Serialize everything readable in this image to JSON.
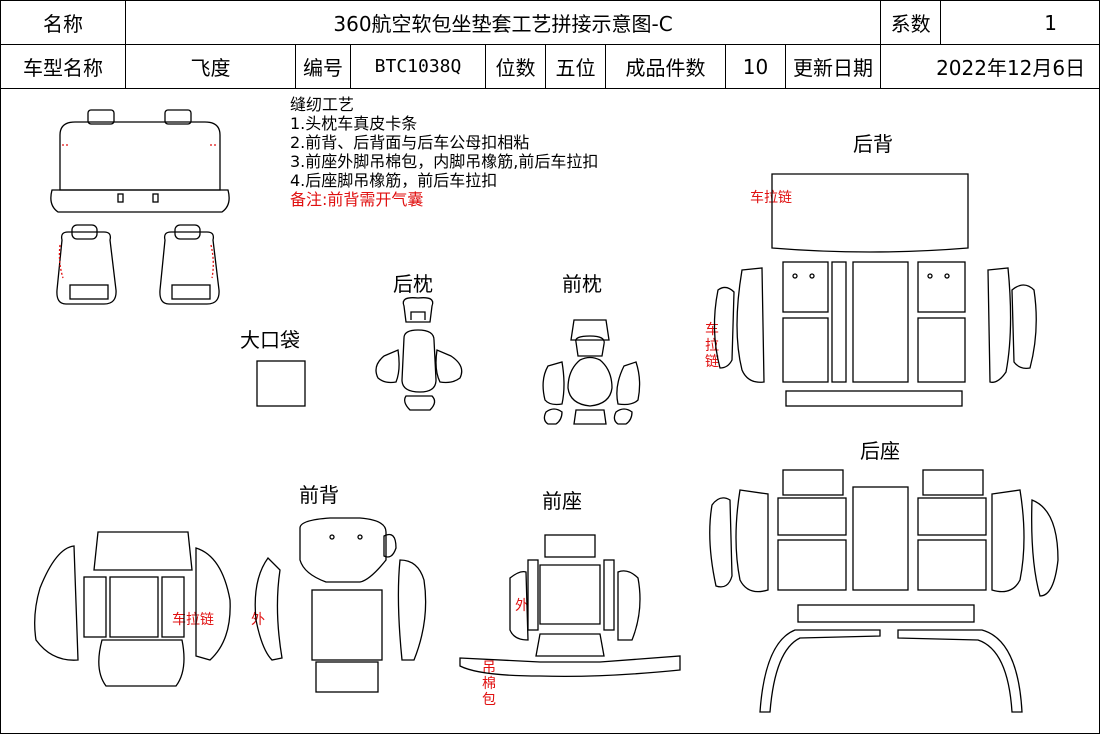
{
  "header": {
    "name_label": "名称",
    "doc_title": "360航空软包坐垫套工艺拼接示意图-C",
    "series_label": "系数",
    "series_value": "1",
    "model_label": "车型名称",
    "model_value": "飞度",
    "code_label": "编号",
    "code_value": "BTC1038Q",
    "seats_label": "位数",
    "seats_value": "五位",
    "pieces_label": "成品件数",
    "pieces_value": "10",
    "date_label": "更新日期",
    "date_value": "2022年12月6日"
  },
  "notes": {
    "title": "缝纫工艺",
    "items": [
      "1.头枕车真皮卡条",
      "2.前背、后背面与后车公母扣相粘",
      "3.前座外脚吊棉包，内脚吊橡筋,前后车拉扣",
      "4.后座脚吊橡筋，前后车拉扣"
    ],
    "remark": "备注:前背需开气囊"
  },
  "sections": {
    "rear_headrest": "后枕",
    "front_headrest": "前枕",
    "big_pocket": "大口袋",
    "rear_back": "后背",
    "rear_seat": "后座",
    "front_back": "前背",
    "front_seat": "前座"
  },
  "annotations": {
    "zipper_top": "车拉链",
    "zipper_vertical": "车\n拉\n链",
    "zipper_front_back": "车拉链",
    "outer_front_back": "外",
    "outer_front_seat": "外",
    "hang_cotton": "吊\n棉\n包"
  }
}
